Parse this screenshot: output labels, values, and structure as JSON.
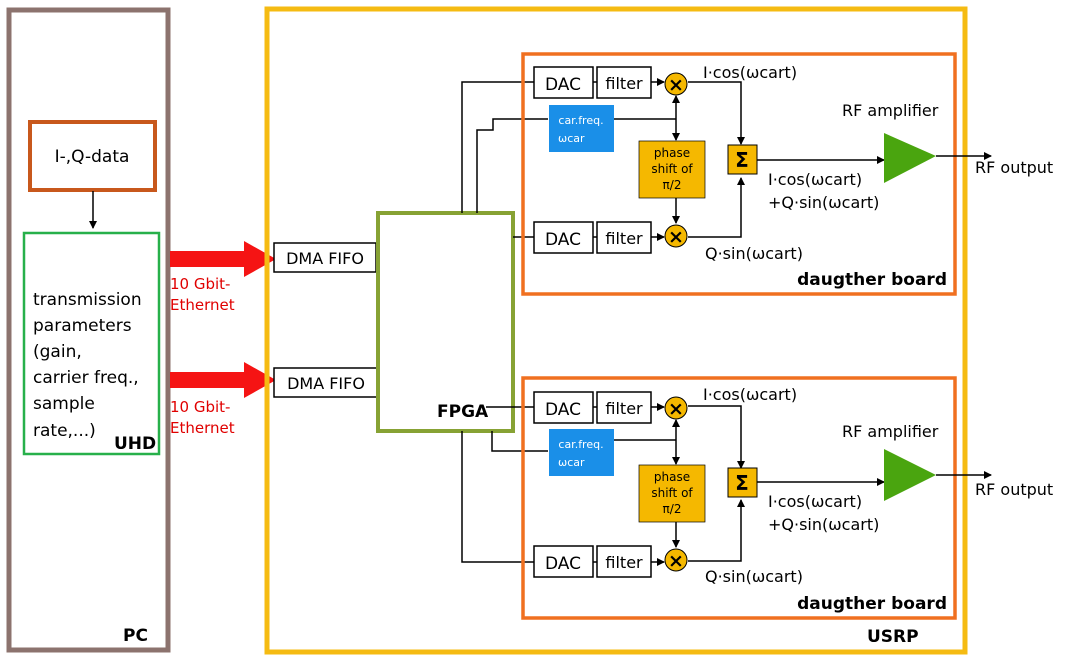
{
  "pc": {
    "label": "PC",
    "iq_data": "I-,Q-data",
    "params_lines": [
      "transmission",
      "parameters",
      "(gain,",
      "carrier freq.,",
      "sample",
      "rate,...)"
    ],
    "uhd_label": "UHD"
  },
  "usrp": {
    "label": "USRP",
    "fpga_label": "FPGA"
  },
  "links": [
    {
      "dma": "DMA FIFO",
      "eth_lines": [
        "10 Gbit-",
        "Ethernet"
      ]
    },
    {
      "dma": "DMA FIFO",
      "eth_lines": [
        "10 Gbit-",
        "Ethernet"
      ]
    }
  ],
  "daughterboards": [
    {
      "label": "daugther board",
      "dac": "DAC",
      "filter": "filter",
      "car_freq": "car.freq.",
      "omega_car": "ωcar",
      "phase_lines": [
        "phase",
        "shift of",
        "π/2"
      ],
      "sum_symbol": "Σ",
      "mixer_symbol": "×",
      "i_term": "I·cos(ωcart)",
      "q_term": "Q·sin(ωcart)",
      "out_i": "I·cos(ωcart)",
      "out_q": "+Q·sin(ωcart)",
      "amp_label": "RF amplifier",
      "rf_output": "RF output"
    },
    {
      "label": "daugther board",
      "dac": "DAC",
      "filter": "filter",
      "car_freq": "car.freq.",
      "omega_car": "ωcar",
      "phase_lines": [
        "phase",
        "shift of",
        "π/2"
      ],
      "sum_symbol": "Σ",
      "mixer_symbol": "×",
      "i_term": "I·cos(ωcart)",
      "q_term": "Q·sin(ωcart)",
      "out_i": "I·cos(ωcart)",
      "out_q": "+Q·sin(ωcart)",
      "amp_label": "RF amplifier",
      "rf_output": "RF output"
    }
  ],
  "colors": {
    "pc_border": "#8c736e",
    "iq_border": "#c8581c",
    "uhd_border": "#27b04a",
    "usrp_border": "#f5bb12",
    "fpga_border": "#87a234",
    "db_border": "#f07020",
    "car_fill": "#1a8fe8",
    "phase_fill": "#f5b800",
    "amp_fill": "#4aa50f",
    "eth_arrow": "#f51414",
    "eth_text": "#e00000"
  }
}
